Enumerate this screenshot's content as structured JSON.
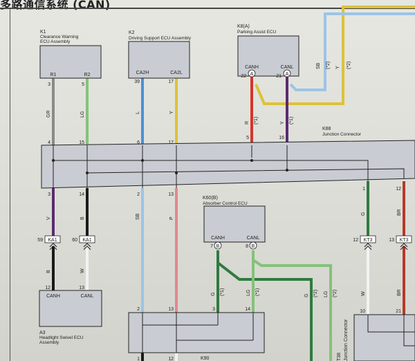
{
  "title": "多路通信系统 (CAN)",
  "components": {
    "k1": {
      "id": "K1",
      "name1": "Clearance Warning",
      "name2": "ECU Assembly",
      "pin_r1": "R1",
      "pin_r2": "R2"
    },
    "k2": {
      "id": "K2",
      "name1": "Driving Support ECU Assembly",
      "pin_ca2h": "CA2H",
      "pin_ca2l": "CA2L"
    },
    "k8": {
      "id": "K8(A)",
      "name1": "Parking Assist ECU",
      "pin_canh": "CANH",
      "pin_canl": "CANL"
    },
    "k88": {
      "id": "K88",
      "name1": "Junction Connector"
    },
    "k60": {
      "id": "K60(B)",
      "name1": "Absorber Control ECU",
      "pin_canh": "CANH",
      "pin_canl": "CANL"
    },
    "a3": {
      "id": "A3",
      "name1": "Headlight Swivel ECU",
      "name2": "Assembly",
      "pin_canh": "CANH",
      "pin_canl": "CANL"
    },
    "k90": {
      "id": "K90"
    },
    "t38": {
      "id": "T38",
      "name1": "Junction Connector"
    }
  },
  "connector_tags": {
    "ka1": "KA1",
    "kt3": "KT3",
    "a": "A",
    "b": "B"
  },
  "pins": {
    "p3": "3",
    "p5a": "5",
    "p4": "4",
    "p15": "15",
    "p39": "39",
    "p17": "17",
    "p6": "6",
    "p17b": "17",
    "p22": "22",
    "p21": "21",
    "p5": "5",
    "p16": "16",
    "p3b": "3",
    "p14": "14",
    "p2": "2",
    "p13": "13",
    "p1": "1",
    "p12": "12",
    "p59": "59",
    "p60": "60",
    "p12b": "12",
    "p13b": "13",
    "p7": "7",
    "p8": "8",
    "p12c": "12",
    "p13c": "13",
    "p2b": "2",
    "p13d": "13",
    "p3c": "3",
    "p14b": "14",
    "p10": "10",
    "p21b": "21",
    "p1b": "1",
    "p12d": "12"
  },
  "wire_colors": {
    "gr": "GR",
    "lg": "LG",
    "l": "L",
    "y": "Y",
    "r": "R",
    "y2": "Y",
    "sb": "SB",
    "y3": "Y",
    "v": "V",
    "b": "B",
    "sb2": "SB",
    "p": "P",
    "g": "G",
    "br": "BR",
    "b2": "B",
    "w": "W",
    "g2": "G",
    "lg2": "LG",
    "g3": "G",
    "lg3": "LG",
    "w2": "W",
    "br2": "BR"
  },
  "wire_marks": {
    "m1": "(*1)",
    "m2": "(*1)",
    "m3": "(*2)",
    "m4": "(*2)",
    "m5": "(*1)",
    "m6": "(*1)",
    "m7": "(*2)",
    "m8": "(*2)"
  },
  "colors": {
    "gray": "#8a8a8a",
    "light_green": "#84c27a",
    "blue": "#4e8fd6",
    "yellow": "#dcc23a",
    "red": "#d6342c",
    "violet": "#5b2b6e",
    "sky_blue": "#9cc4e6",
    "black": "#1a1a1a",
    "pink": "#e4868e",
    "green": "#2f7a40",
    "brown": "#b33a2a",
    "white": "#f2f2f2"
  }
}
